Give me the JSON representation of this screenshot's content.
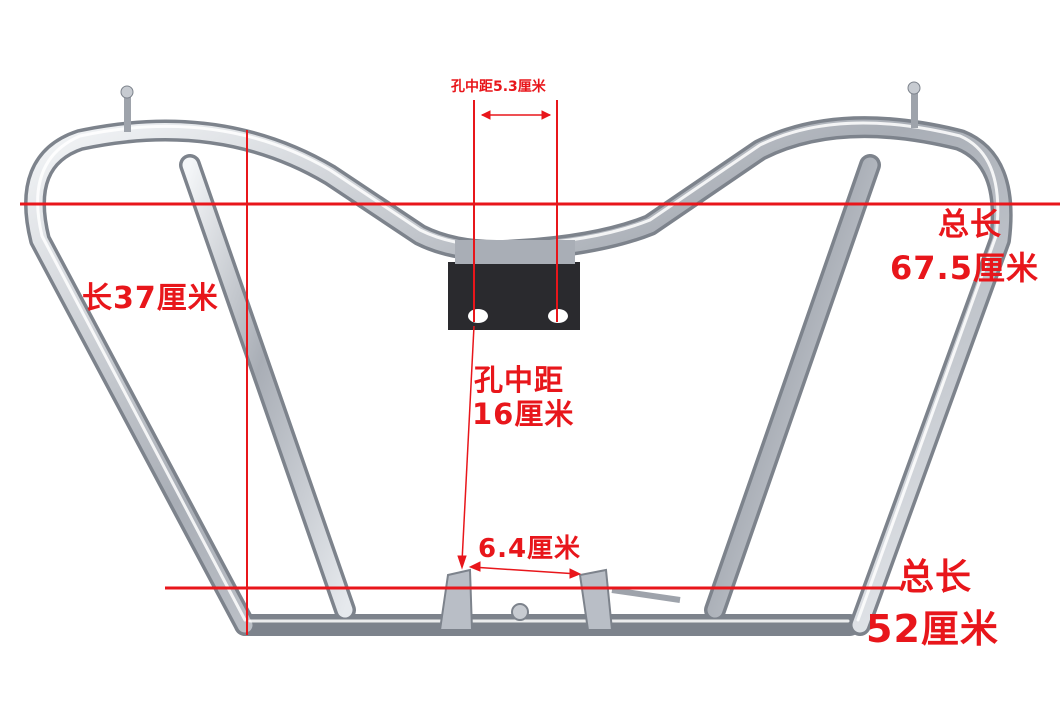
{
  "labels": {
    "top_hole_distance": "孔中距5.3厘米",
    "length": "长37厘米",
    "total_length_top_line1": "总长",
    "total_length_top_line2": "67.5厘米",
    "hole_distance_line1": "孔中距",
    "hole_distance_line2": "16厘米",
    "bottom_gap": "6.4厘米",
    "total_length_bottom_line1": "总长",
    "total_length_bottom_line2": "52厘米"
  },
  "colors": {
    "annotation": "#e8161b",
    "background": "#ffffff",
    "chrome": "#b9bec6",
    "bracket": "#2a2a2e"
  }
}
